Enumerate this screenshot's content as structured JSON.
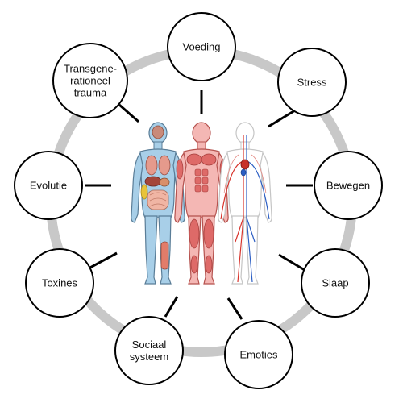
{
  "diagram": {
    "ring_color": "#c8c8c8",
    "node_stroke": "#000000",
    "node_fill": "#ffffff",
    "connector_color": "#000000",
    "nodes": [
      {
        "id": "voeding",
        "lines": [
          "Voeding"
        ]
      },
      {
        "id": "stress",
        "lines": [
          "Stress"
        ]
      },
      {
        "id": "bewegen",
        "lines": [
          "Bewegen"
        ]
      },
      {
        "id": "slaap",
        "lines": [
          "Slaap"
        ]
      },
      {
        "id": "emoties",
        "lines": [
          "Emoties"
        ]
      },
      {
        "id": "sociaal-systeem",
        "lines": [
          "Sociaal",
          "systeem"
        ]
      },
      {
        "id": "toxines",
        "lines": [
          "Toxines"
        ]
      },
      {
        "id": "evolutie",
        "lines": [
          "Evolutie"
        ]
      },
      {
        "id": "transgenerationeel-trauma",
        "lines": [
          "Transgene-",
          "rationeel",
          "trauma"
        ]
      }
    ],
    "center_figures": [
      {
        "name": "organ-system-figure",
        "skin": "#a8cfe8",
        "outline": "#5a7d97"
      },
      {
        "name": "muscular-system-figure",
        "skin": "#f4b7b4",
        "outline": "#b5524e"
      },
      {
        "name": "circulatory-system-figure",
        "skin": "#ffffff",
        "outline": "#c5c5c5"
      }
    ]
  }
}
